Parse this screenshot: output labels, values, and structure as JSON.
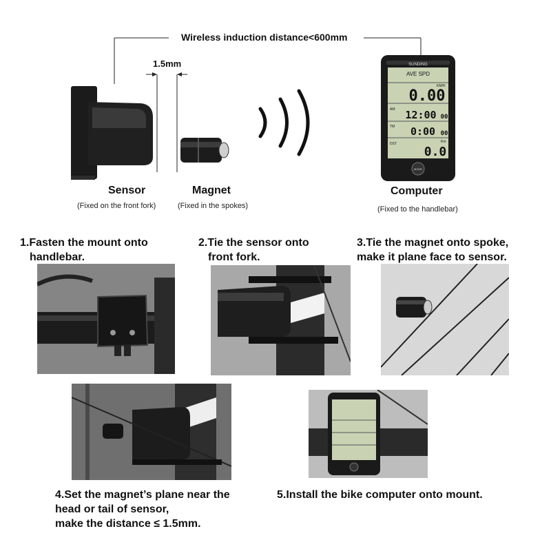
{
  "header": {
    "wireless_text": "Wireless induction distance<600mm",
    "gap_text": "1.5mm"
  },
  "components": {
    "sensor": {
      "label": "Sensor",
      "caption": "(Fixed on the front fork)"
    },
    "magnet": {
      "label": "Magnet",
      "caption": "(Fixed in the spokes)"
    },
    "computer": {
      "label": "Computer",
      "caption": "(Fixed to the handlebar)"
    }
  },
  "display": {
    "brand": "SUNDING",
    "mode": "AVE SPD",
    "speed": "0.00",
    "speed_unit": "KM/H",
    "clock": "12:00",
    "clock_sec": "00",
    "timer": "0:00",
    "timer_sec": "00",
    "distance": "0.0",
    "dist_unit": "Km",
    "am": "AM",
    "tm": "TM",
    "dst": "DST",
    "mode_button": "MODE"
  },
  "steps": [
    {
      "lines": [
        "1.Fasten the mount onto",
        "   handlebar."
      ]
    },
    {
      "lines": [
        "2.Tie the sensor onto",
        "   front fork."
      ]
    },
    {
      "lines": [
        "3.Tie the magnet onto spoke,",
        "make it plane face to sensor."
      ]
    },
    {
      "lines": [
        "4.Set the magnet’s plane near the",
        "head or tail of sensor,",
        "make the distance ≤ 1.5mm."
      ]
    },
    {
      "lines": [
        "5.Install the bike computer onto mount."
      ]
    }
  ],
  "colors": {
    "lcd": "#c9d3b4",
    "device_body": "#1a1a1a",
    "photo_bg": "#9a9a9a"
  }
}
